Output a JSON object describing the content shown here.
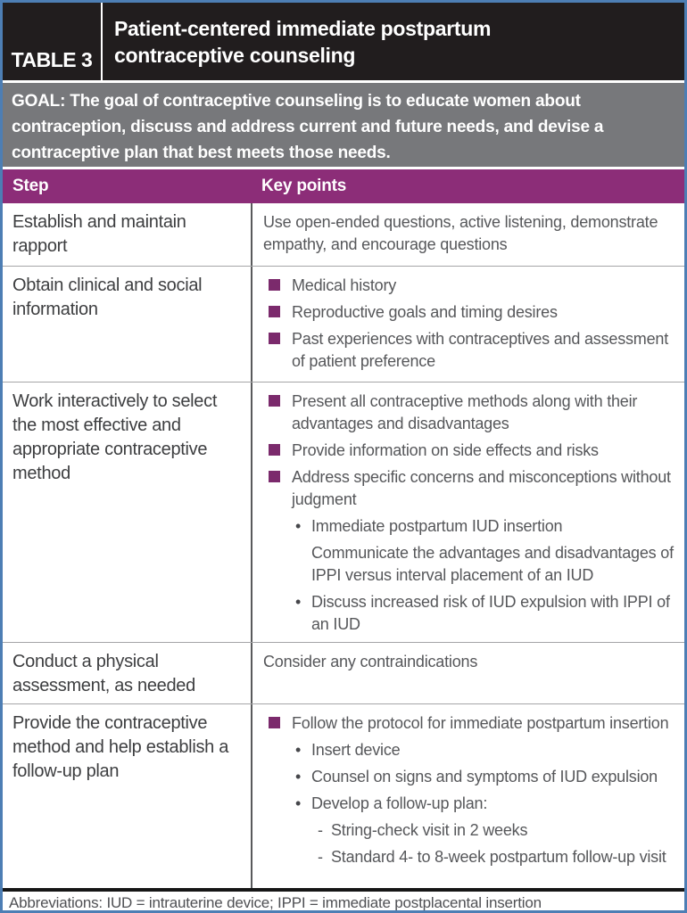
{
  "header": {
    "label": "TABLE 3",
    "title": "Patient-centered immediate postpartum\ncontraceptive counseling"
  },
  "goal": "GOAL: The goal of contraceptive counseling is to educate women about contraception, discuss and address current and future needs, and devise a contraceptive plan that best meets those needs.",
  "columns": {
    "step": "Step",
    "key_points": "Key points"
  },
  "rows": [
    {
      "step": "Establish and maintain rapport",
      "points": [
        {
          "type": "text",
          "text": "Use open-ended questions, active listening, demonstrate empathy, and encourage questions"
        }
      ]
    },
    {
      "step": "Obtain clinical and social information",
      "points": [
        {
          "type": "square",
          "text": "Medical history"
        },
        {
          "type": "square",
          "text": "Reproductive goals and timing desires"
        },
        {
          "type": "square",
          "text": "Past experiences with contraceptives and assessment of patient preference"
        }
      ]
    },
    {
      "step": "Work interactively to select the most effective and appropriate contraceptive method",
      "points": [
        {
          "type": "square",
          "text": "Present all contraceptive methods along with their advantages and disadvantages"
        },
        {
          "type": "square",
          "text": "Provide information on side effects and risks"
        },
        {
          "type": "square",
          "text": "Address specific concerns and misconceptions without judgment"
        },
        {
          "type": "dot",
          "text": "Immediate postpartum IUD insertion"
        },
        {
          "type": "sub",
          "text": "Communicate the advantages and disadvantages of IPPI versus interval placement of an IUD"
        },
        {
          "type": "dot",
          "text": "Discuss increased risk of IUD expulsion with IPPI of an IUD"
        }
      ]
    },
    {
      "step": "Conduct a physical assessment, as needed",
      "points": [
        {
          "type": "text",
          "text": "Consider any contraindications"
        }
      ]
    },
    {
      "step": "Provide the contraceptive method and help establish a follow-up plan",
      "points": [
        {
          "type": "square",
          "text": "Follow the protocol for immediate postpartum insertion"
        },
        {
          "type": "dot",
          "text": "Insert device"
        },
        {
          "type": "dot",
          "text": "Counsel on signs and symptoms of IUD expulsion"
        },
        {
          "type": "dot",
          "text": "Develop a follow-up plan:"
        },
        {
          "type": "dash",
          "text": "String-check visit in 2 weeks"
        },
        {
          "type": "dash",
          "text": "Standard 4- to 8-week postpartum follow-up visit"
        }
      ]
    }
  ],
  "footnote": "Abbreviations: IUD = intrauterine device; IPPI = immediate postplacental insertion",
  "icons": {
    "square_bullet": "square-shape",
    "dot_bullet": "•",
    "dash_bullet": "-"
  },
  "colors": {
    "border_blue": "#4d7eb4",
    "header_black": "#211d1e",
    "goal_gray": "#77787b",
    "purple_header": "#8c2d78",
    "bullet_purple": "#7b2a6c",
    "row_divider_gray": "#a5a5a7",
    "column_divider_gray": "#595a5c",
    "step_text": "#3d3e40",
    "points_text": "#56575a"
  }
}
